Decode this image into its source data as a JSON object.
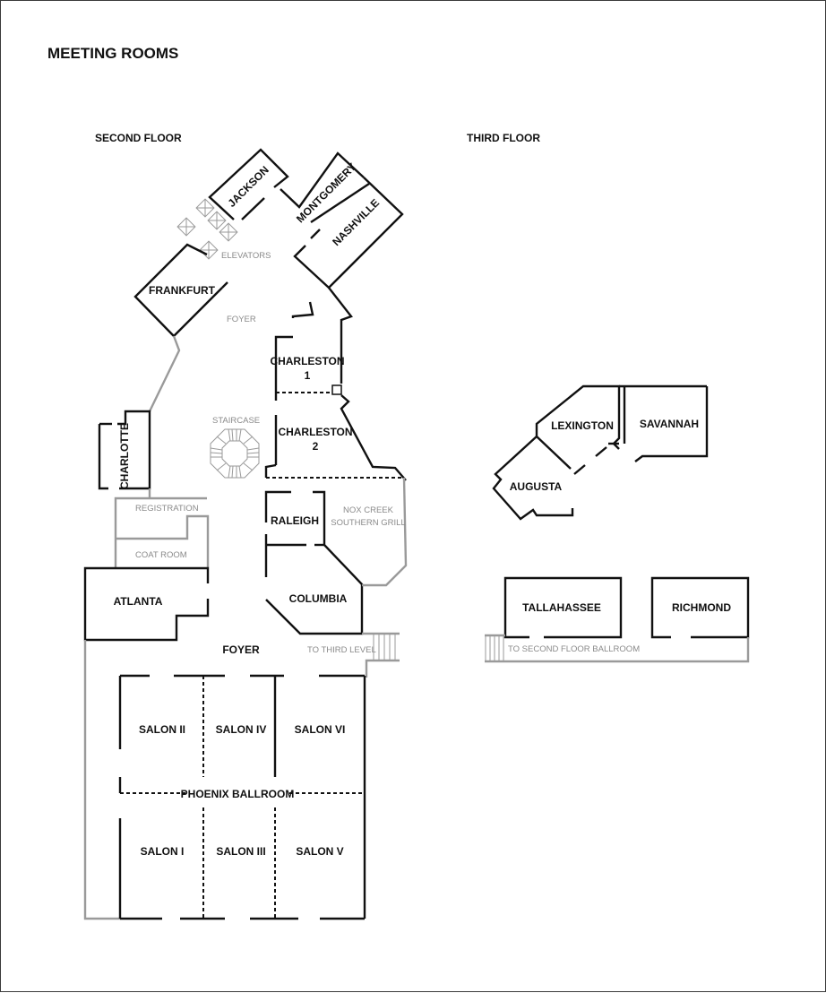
{
  "title": "MEETING ROOMS",
  "floors": {
    "second": "SECOND FLOOR",
    "third": "THIRD FLOOR"
  },
  "rooms": {
    "jackson": "JACKSON",
    "montgomery": "MONTGOMERY",
    "nashville": "NASHVILLE",
    "frankfurt": "FRANKFURT",
    "charleston1_a": "CHARLESTON",
    "charleston1_b": "1",
    "charleston2_a": "CHARLESTON",
    "charleston2_b": "2",
    "charlotte": "CHARLOTTE",
    "raleigh": "RALEIGH",
    "columbia": "COLUMBIA",
    "atlanta": "ATLANTA",
    "salon2": "SALON II",
    "salon4": "SALON IV",
    "salon6": "SALON VI",
    "salon1": "SALON I",
    "salon3": "SALON III",
    "salon5": "SALON V",
    "phoenix": "PHOENIX BALLROOM",
    "lexington": "LEXINGTON",
    "savannah": "SAVANNAH",
    "augusta": "AUGUSTA",
    "tallahassee": "TALLAHASSEE",
    "richmond": "RICHMOND"
  },
  "areas": {
    "elevators": "ELEVATORS",
    "foyer_upper": "FOYER",
    "foyer_lower": "FOYER",
    "staircase": "STAIRCASE",
    "registration": "REGISTRATION",
    "coat_room": "COAT ROOM",
    "grill_a": "NOX CREEK",
    "grill_b": "SOUTHERN GRILL",
    "to_third": "TO THIRD LEVEL",
    "to_second": "TO SECOND FLOOR BALLROOM"
  }
}
